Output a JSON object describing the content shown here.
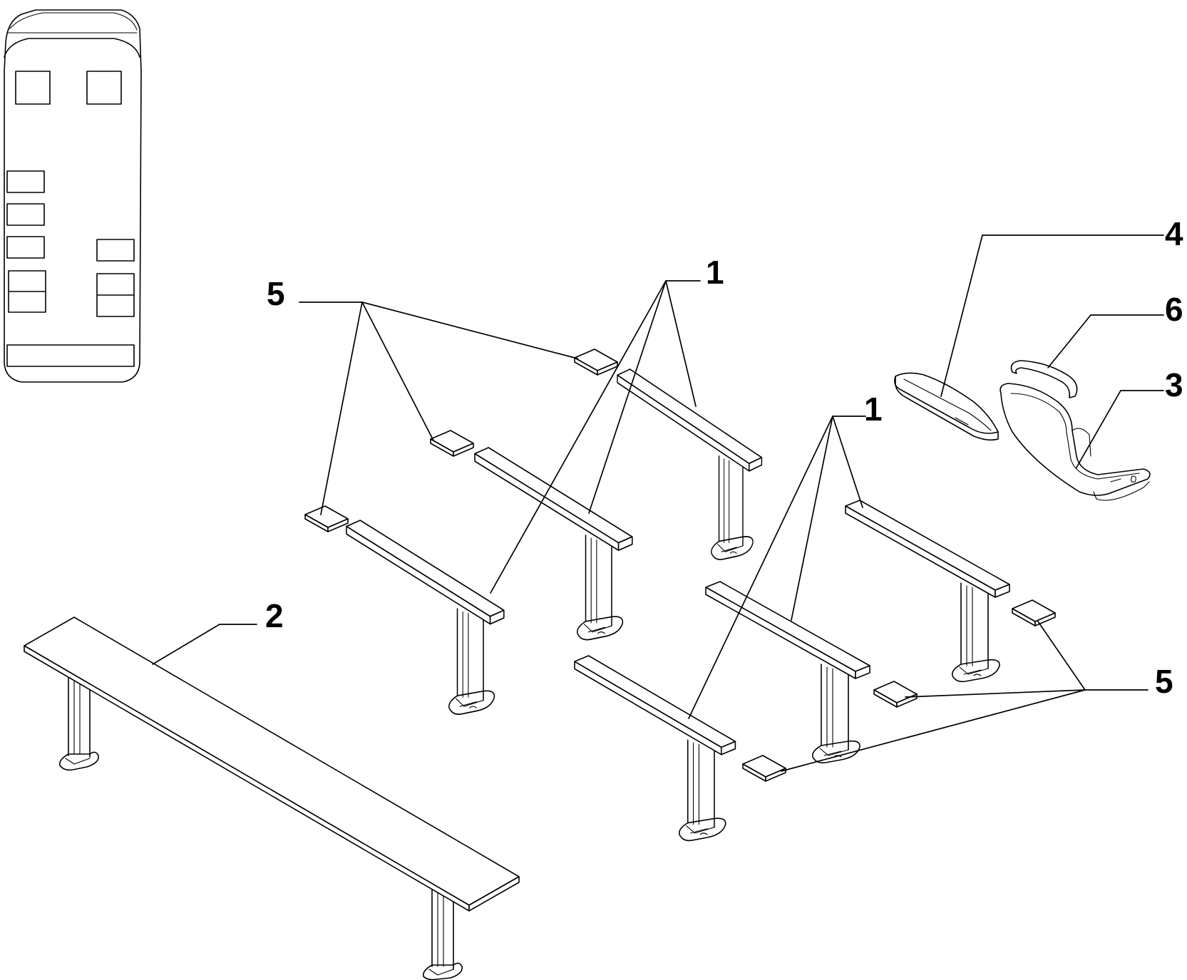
{
  "diagram": {
    "callouts": {
      "seat_1_top": "1",
      "seat_1_right": "1",
      "bench_2": "2",
      "seat_3": "3",
      "seat_4": "4",
      "pad_5_left": "5",
      "pad_5_right": "5",
      "seat_6": "6"
    }
  }
}
